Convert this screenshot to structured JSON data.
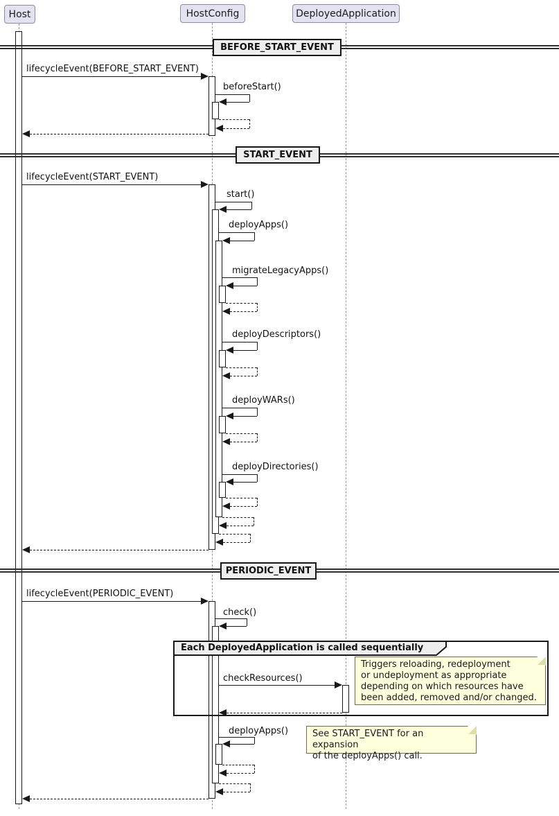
{
  "participants": [
    {
      "name": "Host"
    },
    {
      "name": "HostConfig"
    },
    {
      "name": "DeployedApplication"
    }
  ],
  "dividers": [
    {
      "label": "BEFORE_START_EVENT"
    },
    {
      "label": "START_EVENT"
    },
    {
      "label": "PERIODIC_EVENT"
    }
  ],
  "messages": [
    {
      "label": "lifecycleEvent(BEFORE_START_EVENT)",
      "from": "Host",
      "to": "HostConfig",
      "kind": "call"
    },
    {
      "label": "beforeStart()",
      "from": "HostConfig",
      "to": "HostConfig",
      "kind": "self-call"
    },
    {
      "label": "lifecycleEvent(START_EVENT)",
      "from": "Host",
      "to": "HostConfig",
      "kind": "call"
    },
    {
      "label": "start()",
      "from": "HostConfig",
      "to": "HostConfig",
      "kind": "self-call"
    },
    {
      "label": "deployApps()",
      "from": "HostConfig",
      "to": "HostConfig",
      "kind": "self-call"
    },
    {
      "label": "migrateLegacyApps()",
      "from": "HostConfig",
      "to": "HostConfig",
      "kind": "self-call"
    },
    {
      "label": "deployDescriptors()",
      "from": "HostConfig",
      "to": "HostConfig",
      "kind": "self-call"
    },
    {
      "label": "deployWARs()",
      "from": "HostConfig",
      "to": "HostConfig",
      "kind": "self-call"
    },
    {
      "label": "deployDirectories()",
      "from": "HostConfig",
      "to": "HostConfig",
      "kind": "self-call"
    },
    {
      "label": "lifecycleEvent(PERIODIC_EVENT)",
      "from": "Host",
      "to": "HostConfig",
      "kind": "call"
    },
    {
      "label": "check()",
      "from": "HostConfig",
      "to": "HostConfig",
      "kind": "self-call"
    },
    {
      "label": "checkResources()",
      "from": "HostConfig",
      "to": "DeployedApplication",
      "kind": "call"
    },
    {
      "label": "deployApps()",
      "from": "HostConfig",
      "to": "HostConfig",
      "kind": "self-call"
    }
  ],
  "group": {
    "label": "Each DeployedApplication is called sequentially"
  },
  "notes": [
    {
      "lines": [
        "Triggers reloading, redeployment",
        "or undeployment as appropriate",
        "depending on which resources have",
        "been added, removed and/or changed."
      ]
    },
    {
      "lines": [
        "See START_EVENT for an expansion",
        "of the deployApps() call."
      ]
    }
  ],
  "colors": {
    "line": "#181818",
    "lifeline": "#999999",
    "text": "#121212",
    "participant_fill": "#E2E2F0",
    "participant_border": "#8C8CA8",
    "divider_fill": "#EEEEEE",
    "divider_border": "#181818",
    "note_fill": "#FEFFDD",
    "note_border": "#6B6B4E",
    "frame_border": "#181818",
    "activation_fill": "#FFFFFF"
  }
}
